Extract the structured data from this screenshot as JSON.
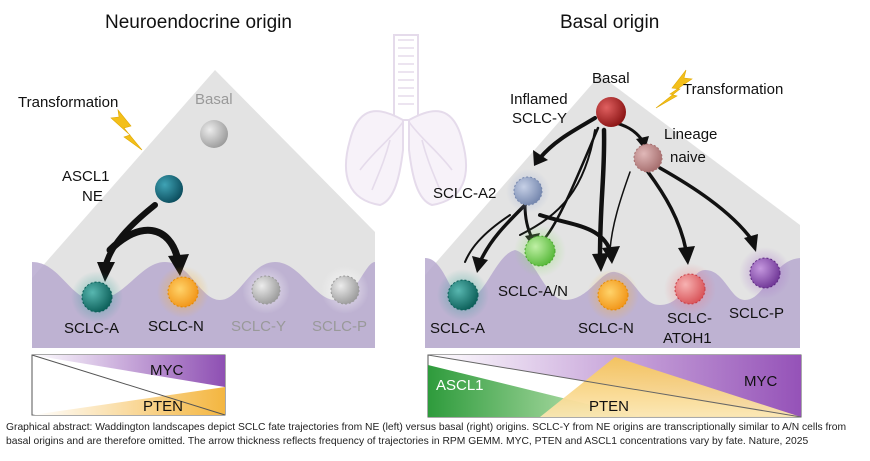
{
  "left_panel": {
    "title": "Neuroendocrine origin",
    "transformation": "Transformation",
    "basal_label": "Basal",
    "ascl1_ne_line1": "ASCL1",
    "ascl1_ne_line2": "NE",
    "bottom_labels": [
      "SCLC-A",
      "SCLC-N",
      "SCLC-Y",
      "SCLC-P"
    ],
    "legend": {
      "myc": "MYC",
      "pten": "PTEN"
    }
  },
  "right_panel": {
    "title": "Basal origin",
    "transformation": "Transformation",
    "basal_label": "Basal",
    "inflamed_line1": "Inflamed",
    "inflamed_line2": "SCLC-Y",
    "lineage_line1": "Lineage",
    "lineage_line2": "naive",
    "sclc_a2": "SCLC-A2",
    "sclc_an": "SCLC-A/N",
    "bottom_labels": [
      "SCLC-A",
      "SCLC-N",
      "SCLC-",
      "SCLC-P"
    ],
    "atoh1_line2": "ATOH1",
    "legend": {
      "ascl1": "ASCL1",
      "pten": "PTEN",
      "myc": "MYC"
    }
  },
  "caption": "Graphical abstract: Waddington landscapes depict SCLC fate trajectories from NE (left) versus basal (right) origins. SCLC-Y from NE origins are transcriptionally similar to A/N cells from basal origins and are therefore omitted. The arrow thickness reflects frequency of trajectories in RPM GEMM. MYC, PTEN and ASCL1 concentrations vary by fate. Nature, 2025",
  "colors": {
    "purple_base": "#b4a6cc",
    "teal": "#1e7f78",
    "orange": "#f5a623",
    "grey": "#bdbdbd",
    "basal_red": "#b02424",
    "lineage_pink": "#c48f8f",
    "sclc_a2_blue": "#95a4c4",
    "green": "#7cd35a",
    "atoh1_pink": "#e9777a",
    "sclc_p_purple": "#9156b5",
    "lightning": "#f3bf1a"
  }
}
